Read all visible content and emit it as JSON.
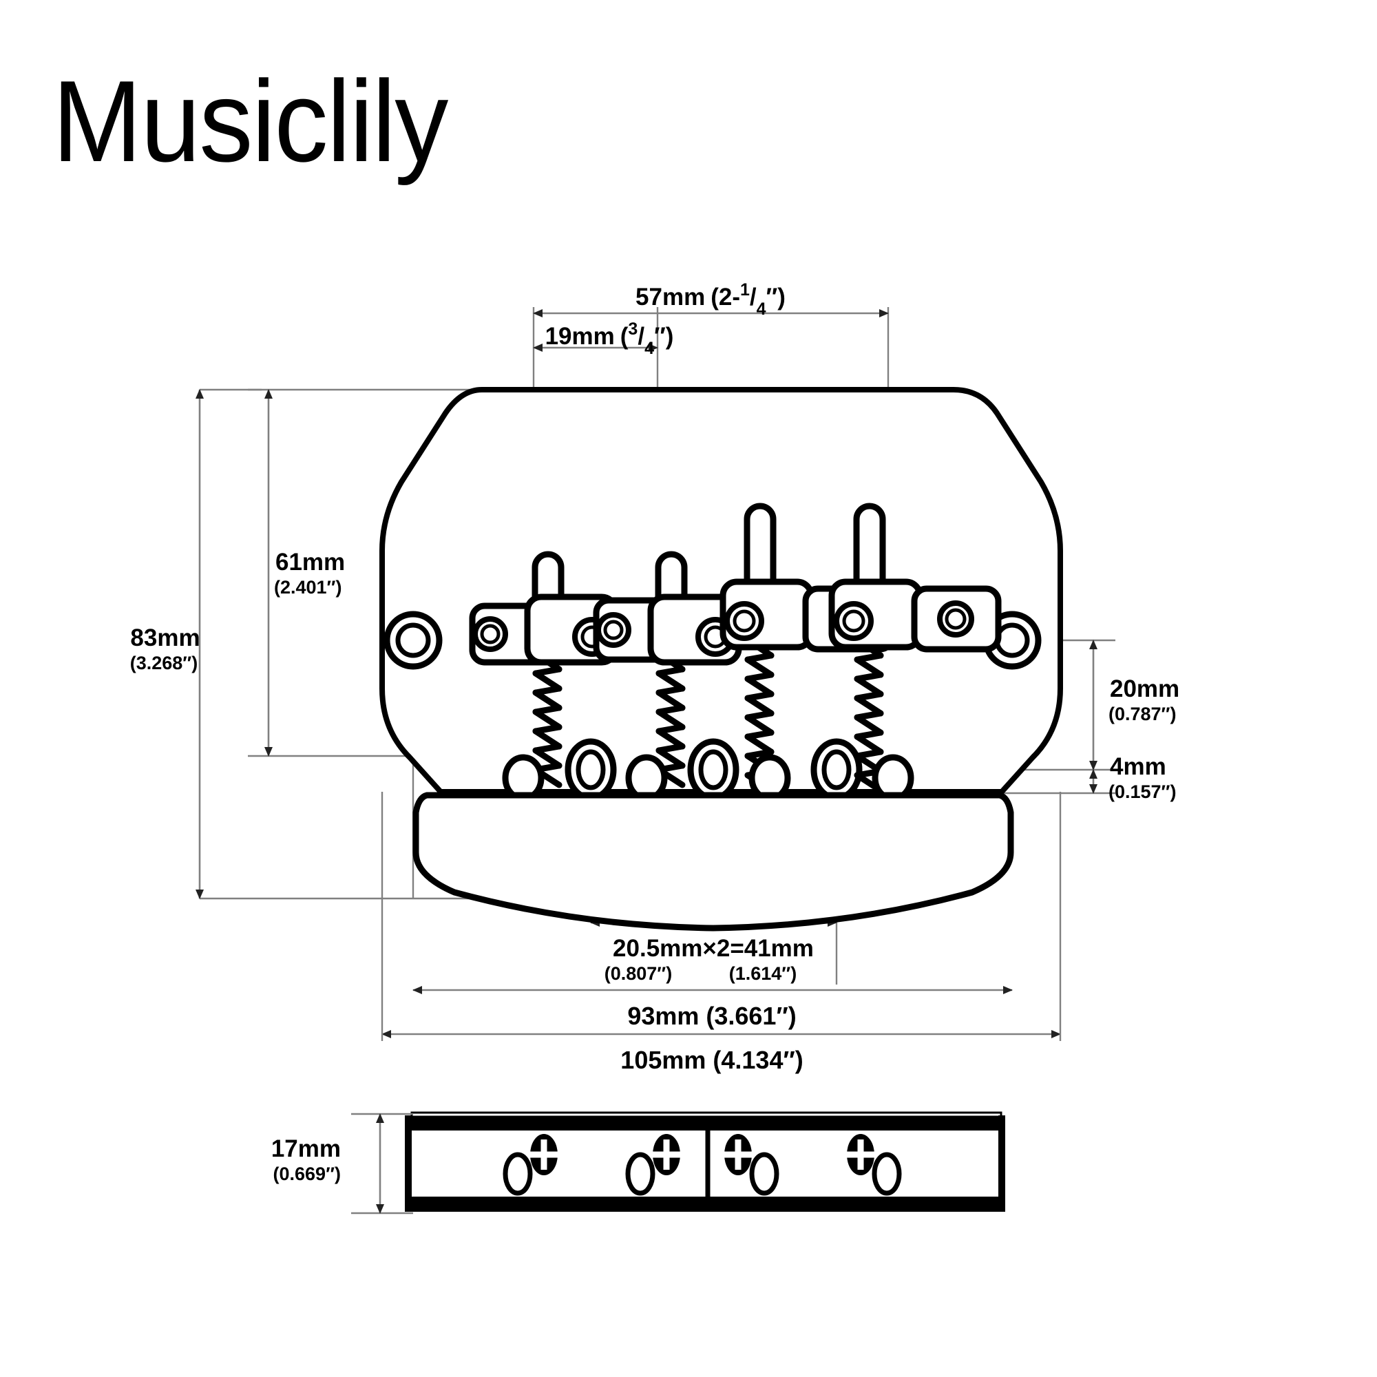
{
  "brand": {
    "name": "Musiclily"
  },
  "document": {
    "type": "technical-drawing",
    "subject": "bass guitar bridge",
    "views": [
      "top-view",
      "side-view"
    ]
  },
  "dimensions": {
    "width_57": {
      "metric": "57mm",
      "imperial_open": "(2-",
      "imperial_num": "1",
      "imperial_slash": "/",
      "imperial_den": "4",
      "imperial_close": "″)"
    },
    "width_19": {
      "metric": "19mm",
      "imperial_open": "(",
      "imperial_num": "3",
      "imperial_slash": "/",
      "imperial_den": "4",
      "imperial_close": "″)"
    },
    "height_61": {
      "metric": "61mm",
      "imperial": "(2.401″)"
    },
    "height_83": {
      "metric": "83mm",
      "imperial": "(3.268″)"
    },
    "offset_20": {
      "metric": "20mm",
      "imperial": "(0.787″)"
    },
    "offset_4": {
      "metric": "4mm",
      "imperial": "(0.157″)"
    },
    "spacing_41": {
      "metric": "20.5mm×2=41mm",
      "imperial_single": "(0.807″)",
      "imperial_total": "(1.614″)"
    },
    "width_93": {
      "label": "93mm (3.661″)"
    },
    "width_105": {
      "label": "105mm  (4.134″)"
    },
    "thickness_17": {
      "metric": "17mm",
      "imperial": "(0.669″)"
    }
  },
  "colors": {
    "outline": "#000000",
    "dimension_line": "#808080",
    "background": "#ffffff",
    "text": "#000000"
  },
  "parts": {
    "saddle_count": 4,
    "mounting_hole_count": 2,
    "string_ferrule_count": 3,
    "side_screw_count": 4,
    "side_hole_count": 4
  }
}
